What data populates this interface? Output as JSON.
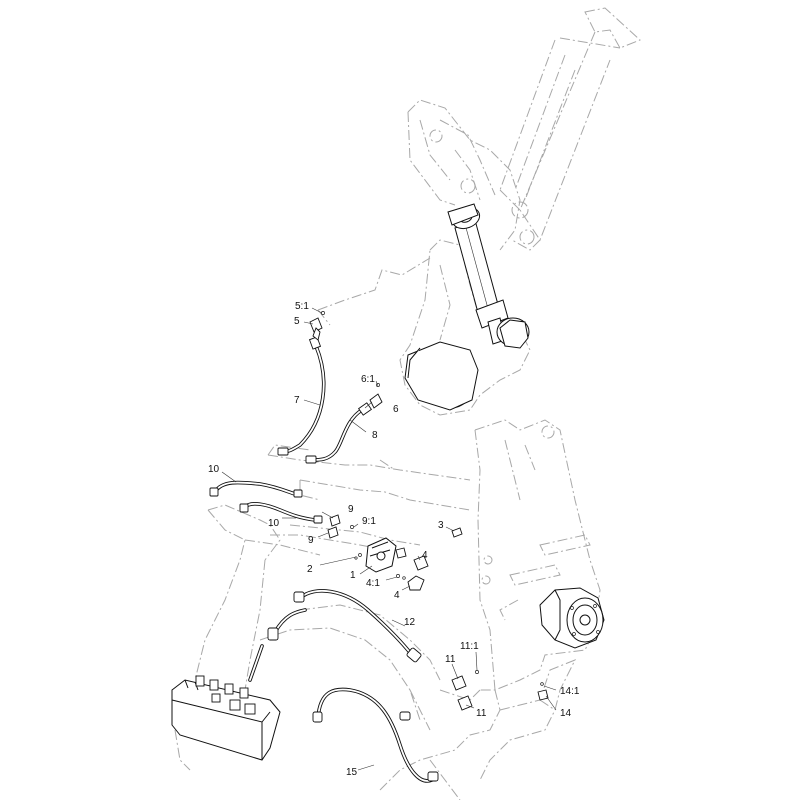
{
  "callouts": [
    {
      "id": "c5_1",
      "text": "5:1"
    },
    {
      "id": "c5",
      "text": "5"
    },
    {
      "id": "c6_1",
      "text": "6:1"
    },
    {
      "id": "c6",
      "text": "6"
    },
    {
      "id": "c7",
      "text": "7"
    },
    {
      "id": "c8",
      "text": "8"
    },
    {
      "id": "c10a",
      "text": "10"
    },
    {
      "id": "c10b",
      "text": "10"
    },
    {
      "id": "c9a",
      "text": "9"
    },
    {
      "id": "c9b",
      "text": "9"
    },
    {
      "id": "c9_1",
      "text": "9:1"
    },
    {
      "id": "c3",
      "text": "3"
    },
    {
      "id": "c2",
      "text": "2"
    },
    {
      "id": "c1",
      "text": "1"
    },
    {
      "id": "c4a",
      "text": "4"
    },
    {
      "id": "c4_1",
      "text": "4:1"
    },
    {
      "id": "c4b",
      "text": "4"
    },
    {
      "id": "c12",
      "text": "12"
    },
    {
      "id": "c11_1",
      "text": "11:1"
    },
    {
      "id": "c11a",
      "text": "11"
    },
    {
      "id": "c11b",
      "text": "11"
    },
    {
      "id": "c14_1",
      "text": "14:1"
    },
    {
      "id": "c14",
      "text": "14"
    },
    {
      "id": "c15",
      "text": "15"
    }
  ]
}
